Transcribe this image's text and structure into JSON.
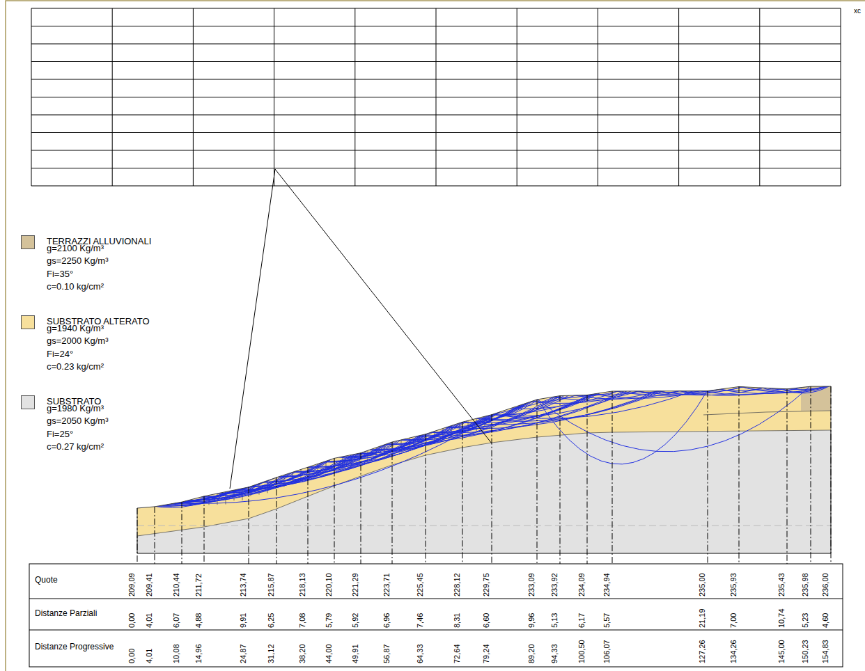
{
  "diagram": {
    "labels": [
      "xc",
      "g=2100 Kg/m³",
      "gs=2250 Kg/m³",
      "Fi=35°",
      "c=0.10 kg/cm²",
      "g=1940 Kg/m³",
      "gs=2000 Kg/m³",
      "Fi=24°",
      "c=0.23 kg/cm²",
      "g=1980 Kg/m³",
      "gs=2050 Kg/m³",
      "Fi=25°",
      "c=0.27 kg/cm²",
      "Quote",
      "209,09",
      "209,41",
      "210,44",
      "211,72",
      "213,74",
      "215,87",
      "218,13",
      "220,10",
      "221,29",
      "223,71",
      "225,45",
      "228,12",
      "229,75",
      "233,09",
      "233,92",
      "234,09",
      "234,94",
      "235,00",
      "235,93",
      "235,43",
      "235,98",
      "236,00",
      "Distanze Parziali",
      "0,00",
      "4,01",
      "6,07",
      "4,88",
      "9,91",
      "6,25",
      "7,08",
      "5,79",
      "5,92",
      "6,96",
      "7,46",
      "8,31",
      "6,60",
      "9,96",
      "5,13",
      "6,17",
      "5,57",
      "21,19",
      "7,00",
      "10,74",
      "5,23",
      "4,60",
      "Distanze Progressive",
      "0,00",
      "4,01",
      "10,08",
      "14,96",
      "24,87",
      "31,12",
      "38,20",
      "44,00",
      "49,91",
      "56,87",
      "64,33",
      "72,64",
      "79,24",
      "89,20",
      "94,33",
      "100,50",
      "106,07",
      "127,26",
      "134,26",
      "145,00",
      "150,23",
      "154,83"
    ],
    "legend": [
      {
        "text": "TERRAZZI ALLUVIONALI",
        "color": "#d4c29a"
      },
      {
        "text": "SUBSTRATO ALTERATO",
        "color": "#f7e09c"
      },
      {
        "text": "SUBSTRATO",
        "color": "#e2e2e2"
      }
    ]
  }
}
